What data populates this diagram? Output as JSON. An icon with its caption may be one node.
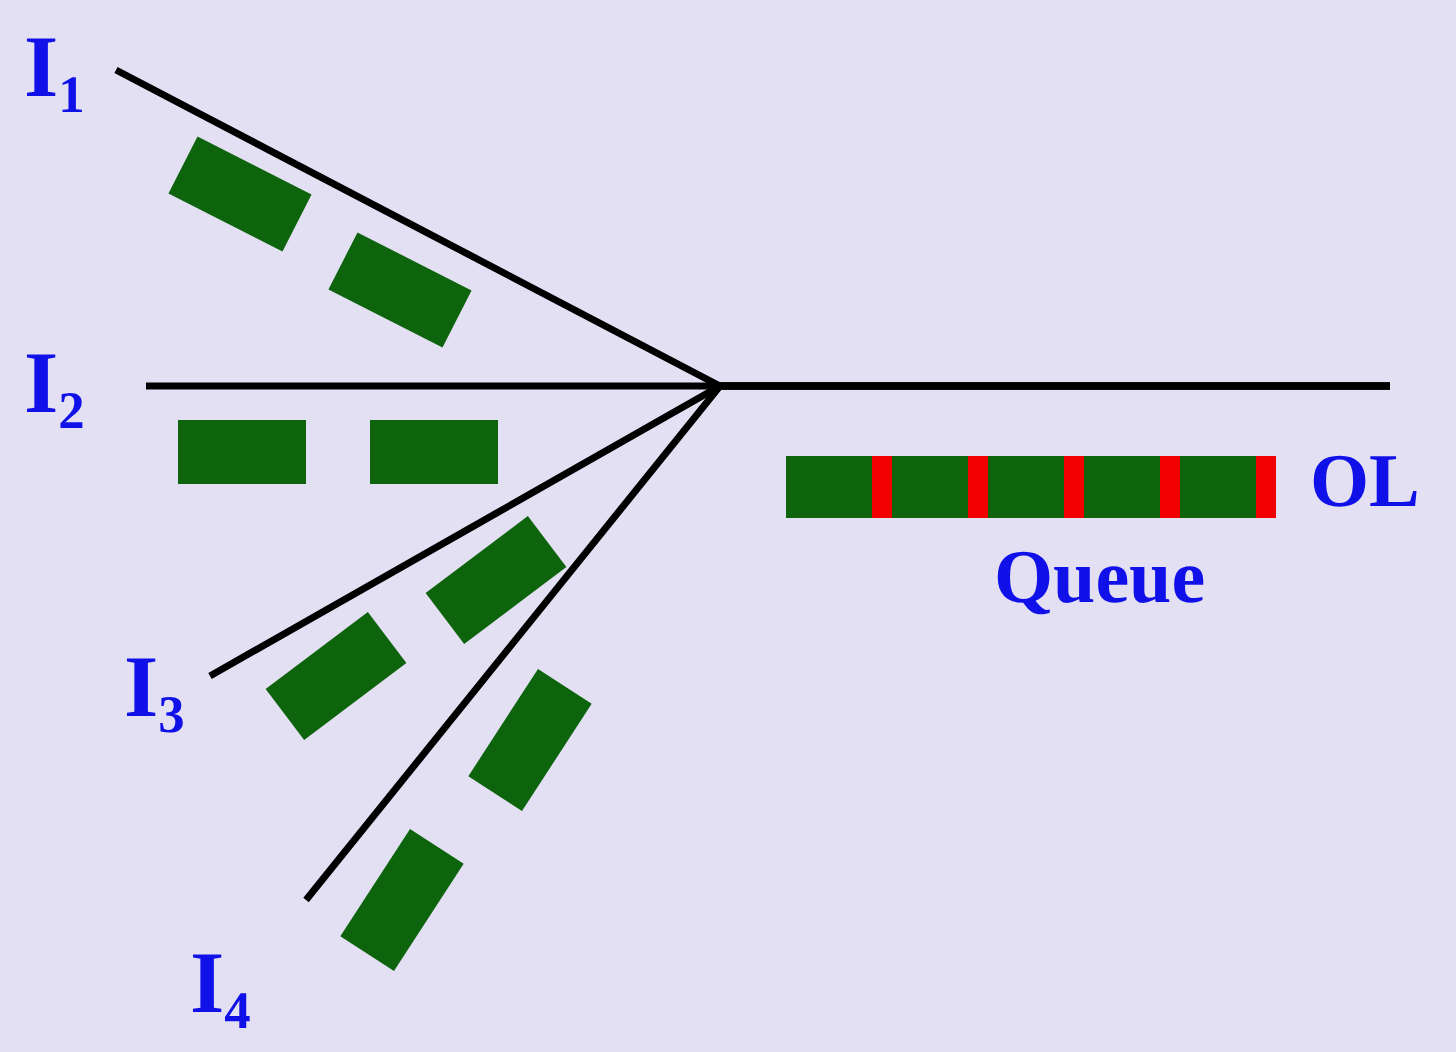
{
  "diagram": {
    "nodes": [
      {
        "text": [
          "I$_{1}$"
        ]
      },
      {
        "text": [
          "I$_{2}$"
        ]
      },
      {
        "text": [
          "I$_{3}$"
        ]
      },
      {
        "text": [
          "I$_{4}$"
        ]
      },
      {
        "text": [
          "OL"
        ]
      }
    ],
    "edges": [
      {
        "from": 0,
        "to": 4,
        "arrow": "none"
      },
      {
        "from": 1,
        "to": 4,
        "arrow": "none"
      },
      {
        "from": 2,
        "to": 4,
        "arrow": "none"
      },
      {
        "from": 3,
        "to": 4,
        "arrow": "none"
      }
    ],
    "labels": [
      "Queue"
    ]
  }
}
